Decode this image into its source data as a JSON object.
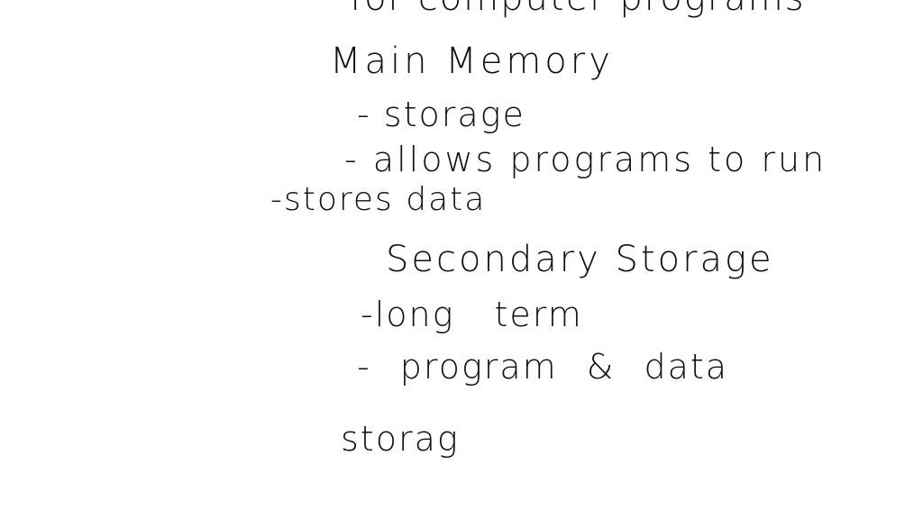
{
  "notes": {
    "lines": [
      "for computer programs",
      "Main Memory",
      "- storage",
      "- allows programs to run",
      "-stores data",
      "Secondary Storage",
      "-long term",
      "- program & data",
      "storag"
    ]
  },
  "colors": {
    "background": "#ffffff",
    "ink": "#111111"
  }
}
